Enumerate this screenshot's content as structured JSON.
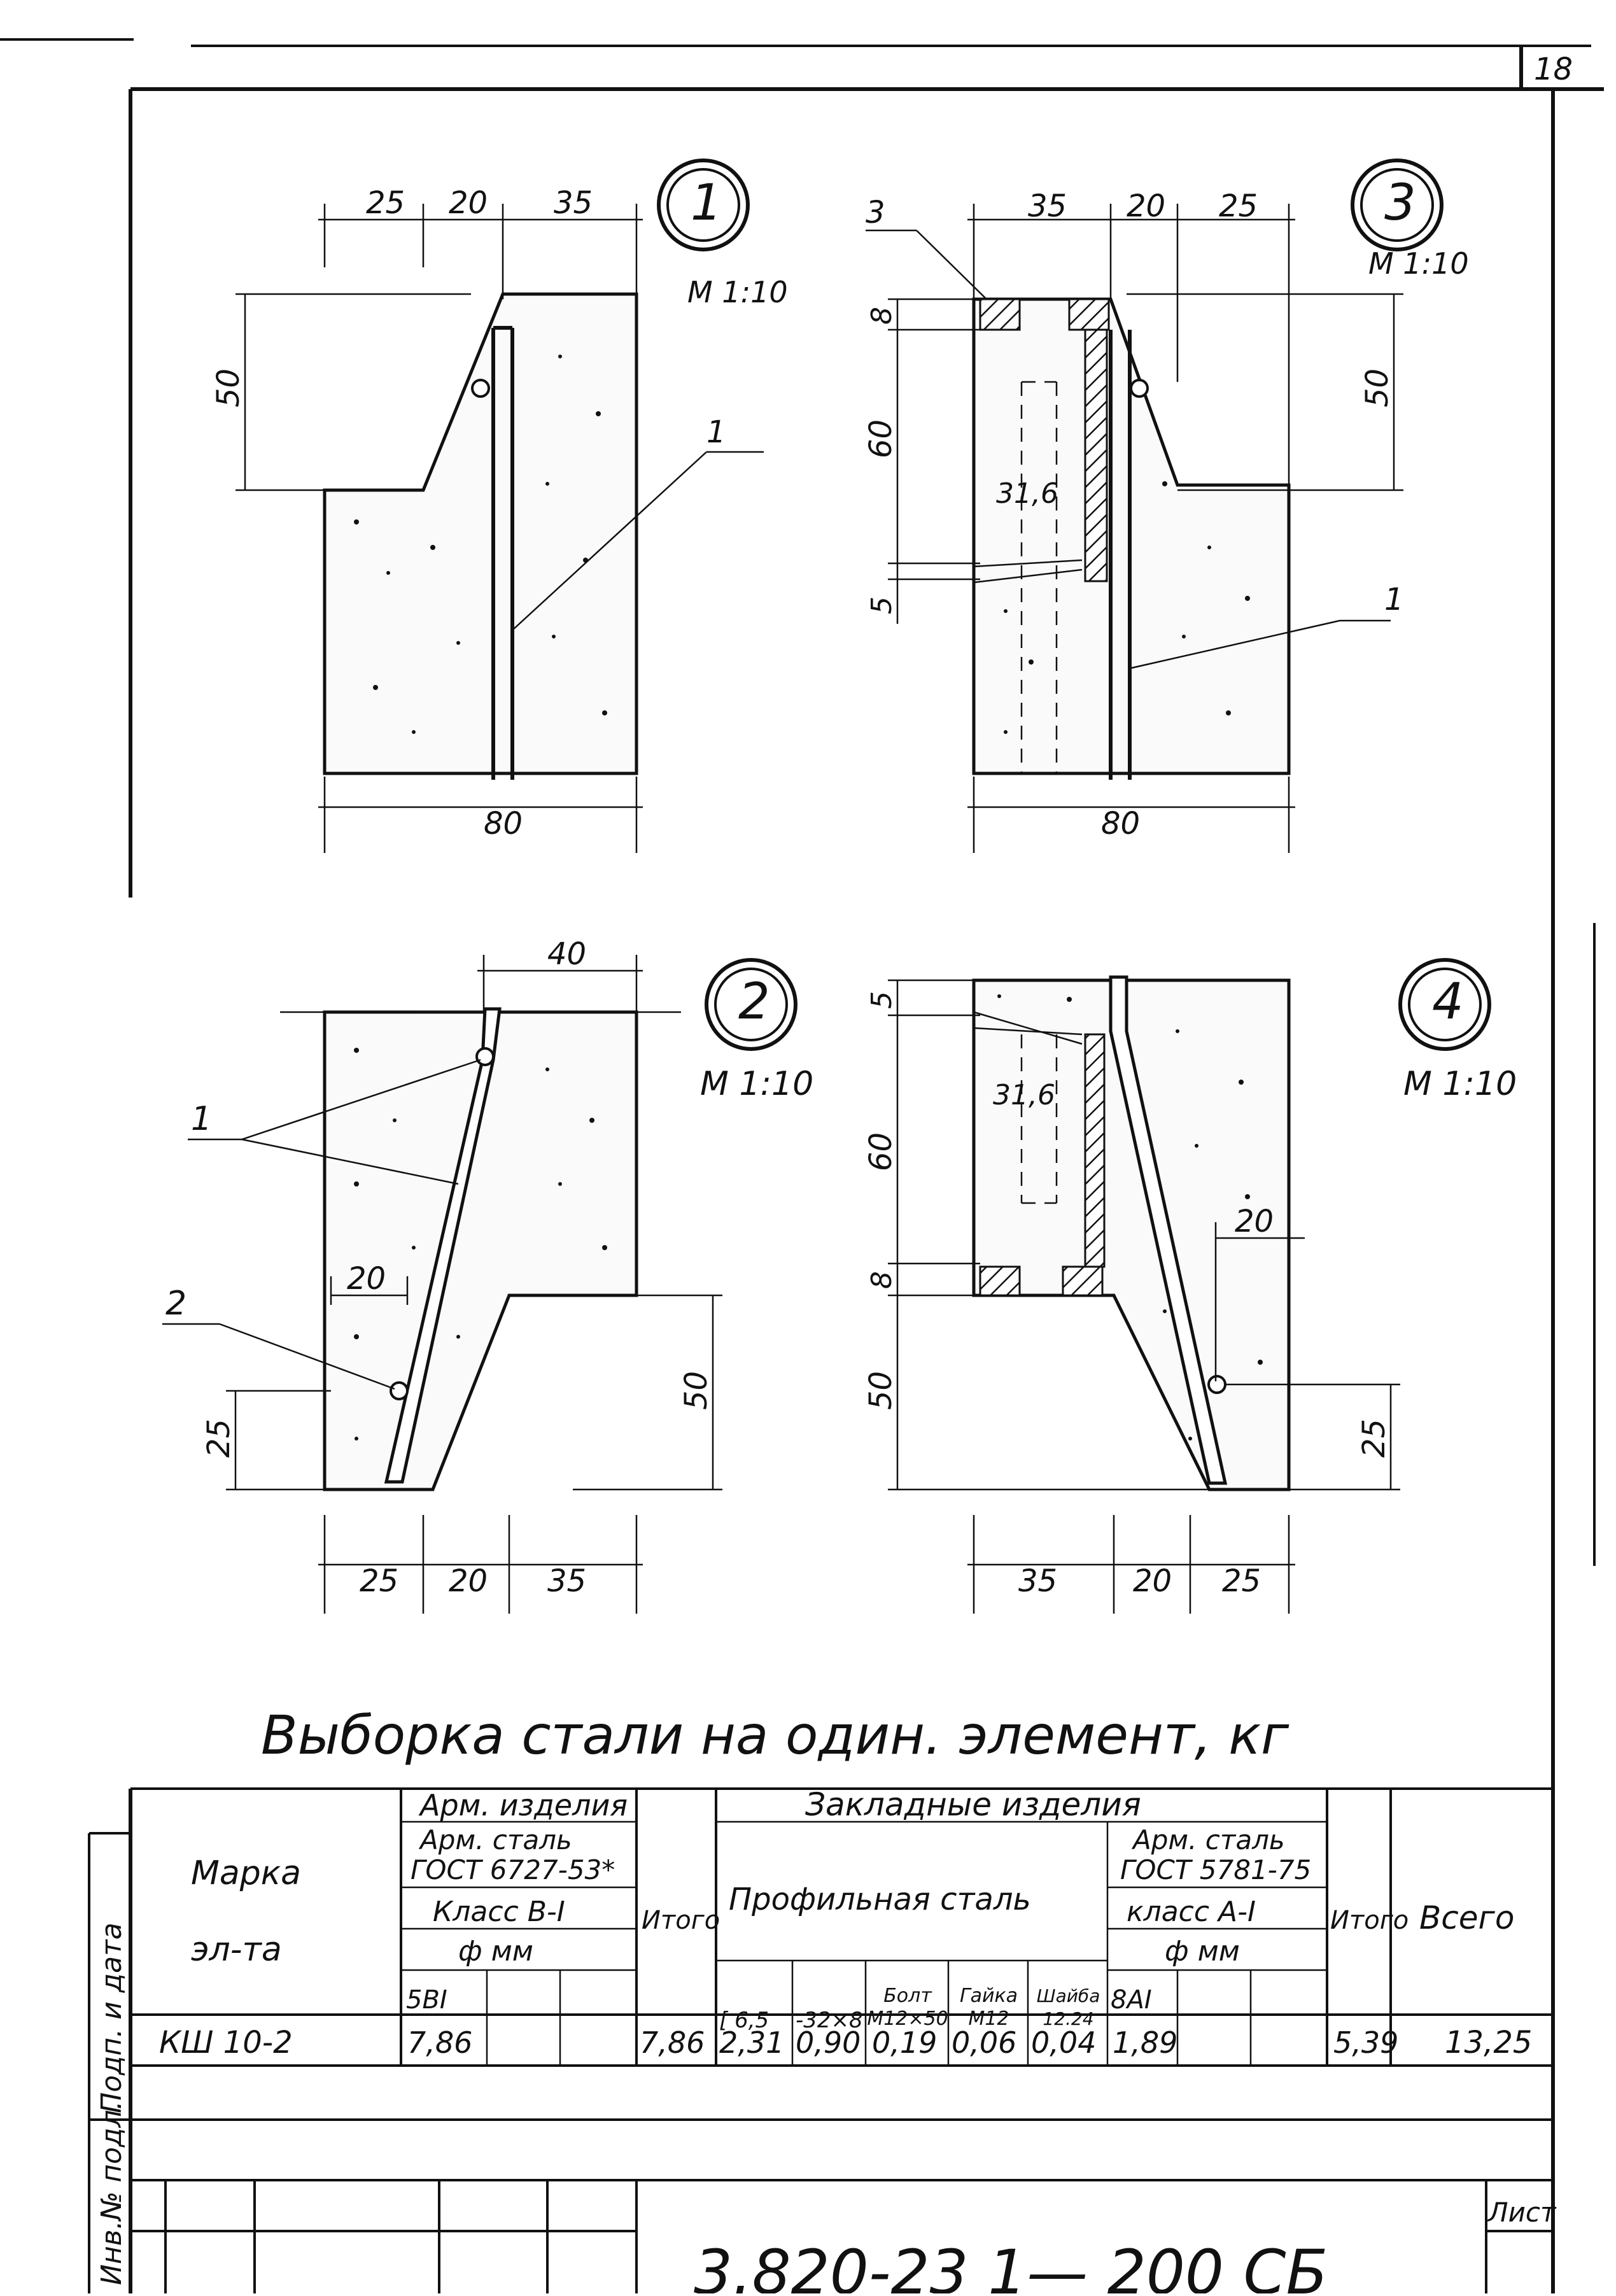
{
  "sheet_number": "18",
  "details": [
    {
      "num": "1",
      "scale": "M 1:10",
      "dims": {
        "top": [
          "25",
          "20",
          "35"
        ],
        "bottom": "80",
        "left": "50"
      },
      "callouts": [
        "1"
      ]
    },
    {
      "num": "3",
      "scale": "M 1:10",
      "dims": {
        "top": [
          "35",
          "20",
          "25"
        ],
        "bottom": "80",
        "left": [
          "8",
          "60",
          "5"
        ],
        "right": "50",
        "inner": "31,6"
      },
      "callouts": [
        "3",
        "1"
      ]
    },
    {
      "num": "2",
      "scale": "M 1:10",
      "dims": {
        "top": "40",
        "bottom": [
          "25",
          "20",
          "35"
        ],
        "left": "20",
        "left2": "25",
        "right": "50"
      },
      "callouts": [
        "1",
        "2"
      ]
    },
    {
      "num": "4",
      "scale": "M 1:10",
      "dims": {
        "top": "5",
        "left": [
          "60",
          "8",
          "50"
        ],
        "inner": "31,6",
        "right": "20",
        "right2": "25",
        "bottom": [
          "35",
          "20",
          "25"
        ]
      }
    }
  ],
  "table_title": "Выборка стали на один. элемент, кг",
  "table": {
    "col_mark": [
      "Марка",
      "эл-та"
    ],
    "arm_izd": "Арм. изделия",
    "arm_steel": [
      "Арм. сталь",
      "ГОСТ 6727-53*"
    ],
    "klass_b": "Класс В-I",
    "phi_mm": "ф мм",
    "sub_5b": "5ВI",
    "itogo": "Итого",
    "zakl": "Закладные изделия",
    "profil": "Профильная сталь",
    "arm_steel2": [
      "Арм. сталь",
      "ГОСТ 5781-75"
    ],
    "klass_a": "класс А-I",
    "phi_mm2": "ф мм",
    "profile_cols": [
      "[ 6,5",
      "-32×8",
      "Болт М12×50",
      "Гайка М12",
      "Шайба 12.24"
    ],
    "sub_8a": "8АI",
    "itogo2": "Итого",
    "vsego": "Всего",
    "row": {
      "mark": "КШ 10-2",
      "b5": "7,86",
      "itogo": "7,86",
      "c65": "2,31",
      "p32": "0,90",
      "bolt": "0,19",
      "nut": "0,06",
      "washer": "0,04",
      "a8": "1,89",
      "itogo2": "5,39",
      "total": "13,25"
    }
  },
  "side_labels": [
    "Подп. и дата",
    "Инв.№ подл."
  ],
  "doc_code": "3.820-23 1— 200 СБ",
  "list_label": "Лист"
}
